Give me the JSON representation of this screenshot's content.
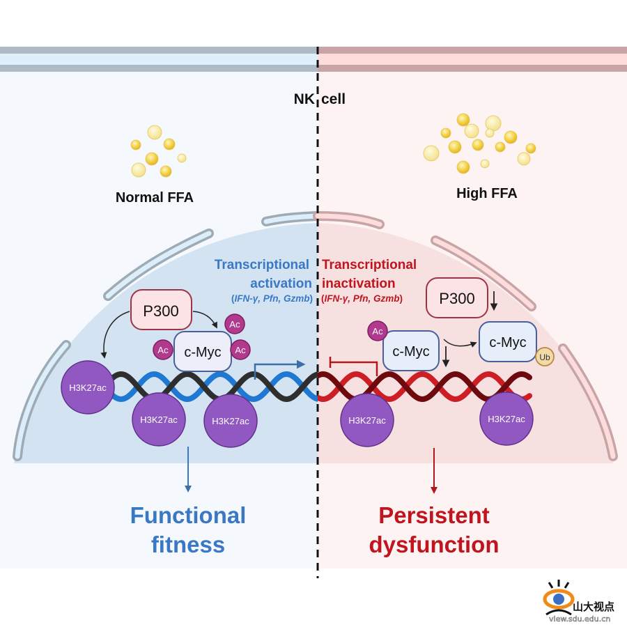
{
  "title": {
    "left": "NK",
    "right": "cell"
  },
  "left_panel": {
    "condition_label": "Normal FFA",
    "status_title_line1": "Transcriptional",
    "status_title_line2": "activation",
    "genes_open": "(",
    "genes": "IFN-γ, Pfn, Gzmb",
    "genes_close": ")",
    "p300_label": "P300",
    "cmyc_label": "c-Myc",
    "acetyl_label": "Ac",
    "histone_label": "H3K27ac",
    "outcome_line1": "Functional",
    "outcome_line2": "fitness"
  },
  "right_panel": {
    "condition_label": "High FFA",
    "status_title_line1": "Transcriptional",
    "status_title_line2": "inactivation",
    "genes_open": "(",
    "genes": "IFN-γ, Pfn, Gzmb",
    "genes_close": ")",
    "p300_label": "P300",
    "cmyc_label": "c-Myc",
    "cmyc_ub_label": "c-Myc",
    "acetyl_label": "Ac",
    "ubiquitin_label": "Ub",
    "histone_label": "H3K27ac",
    "outcome_line1": "Persistent",
    "outcome_line2": "dysfunction"
  },
  "colors": {
    "blue_text": "#3a78c4",
    "red_text": "#c0141e",
    "histone": "#9158c2",
    "acetyl": "#b23a8e",
    "ubiquitin": "#f2d9a8",
    "dna_blue": "#1f78d1",
    "dna_dark": "#2e2e2e",
    "dna_red": "#cc1e24",
    "dna_darkred": "#6e0a0e"
  },
  "watermark": {
    "brand": "山大视点",
    "url": "view.sdu.edu.cn"
  }
}
